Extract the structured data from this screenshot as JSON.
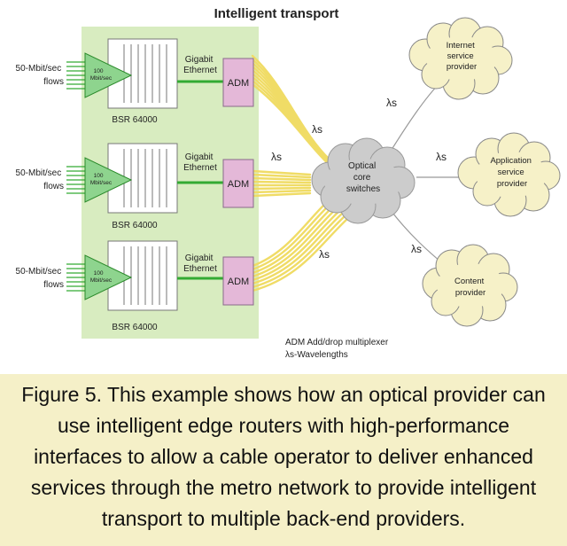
{
  "title": "Intelligent transport",
  "flows_label_lines": [
    "50-Mbit/sec",
    "flows"
  ],
  "router_name": "BSR 64000",
  "module_label_lines": [
    "100",
    "Mbit/sec"
  ],
  "link_label_lines": [
    "Gigabit",
    "Ethernet"
  ],
  "adm_label": "ADM",
  "lambda_label": "λs",
  "core_label_lines": [
    "Optical",
    "core",
    "switches"
  ],
  "providers": [
    {
      "lines": [
        "Internet",
        "service",
        "provider"
      ]
    },
    {
      "lines": [
        "Application",
        "service",
        "provider"
      ]
    },
    {
      "lines": [
        "Content",
        "provider"
      ]
    }
  ],
  "legend": {
    "adm": "ADM Add/drop multiplexer",
    "lambda": "λs-Wavelengths"
  },
  "caption": "Figure 5. This example shows how an optical provider can use intelligent edge routers with high-performance interfaces to allow a cable operator to deliver enhanced services through the metro network to provide intelligent transport to multiple back-end providers.",
  "colors": {
    "router_panel": "#d8ecc0",
    "module": "#8ed48e",
    "link": "#33aa33",
    "adm": "#e4b8d8",
    "lambda_bundle": "#f0dc66",
    "cloud": "#cccccc",
    "provider_cloud": "#f6f1c8",
    "caption_bg": "#f5f0c8"
  }
}
